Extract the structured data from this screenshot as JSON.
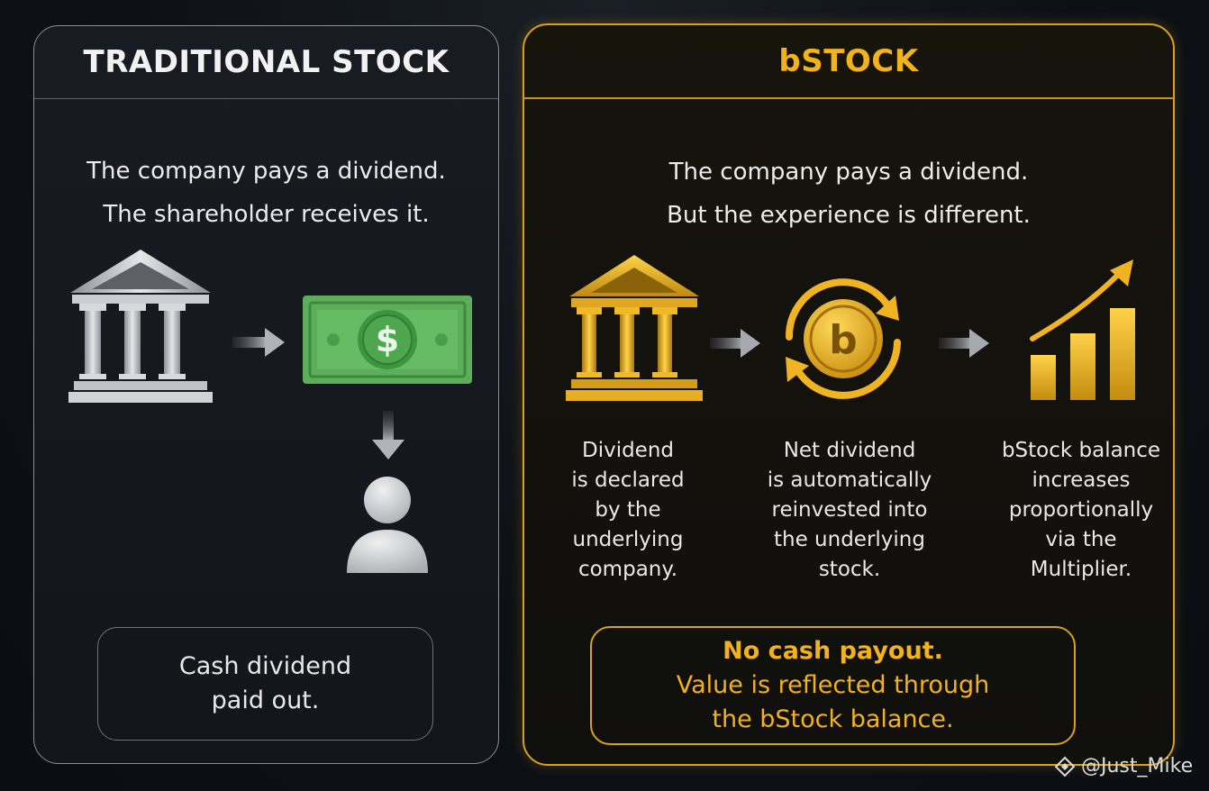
{
  "left_panel": {
    "title": "TRADITIONAL STOCK",
    "subtitle_line1": "The company pays a dividend.",
    "subtitle_line2": "The shareholder receives it.",
    "icons": [
      "bank-icon",
      "dollar-bill-icon",
      "person-icon"
    ],
    "note_line1": "Cash dividend",
    "note_line2": "paid out."
  },
  "right_panel": {
    "title": "bSTOCK",
    "subtitle_line1": "The company pays a dividend.",
    "subtitle_line2": "But the experience is different.",
    "steps": [
      {
        "icon": "gold-bank-icon",
        "lines": [
          "Dividend",
          "is declared",
          "by the",
          "underlying",
          "company."
        ]
      },
      {
        "icon": "reinvest-coin-icon",
        "coin_letter": "b",
        "lines": [
          "Net dividend",
          "is automatically",
          "reinvested into",
          "the underlying",
          "stock."
        ]
      },
      {
        "icon": "growth-chart-icon",
        "lines": [
          "bStock balance",
          "increases",
          "proportionally",
          "via the",
          "Multiplier."
        ]
      }
    ],
    "note_line1": "No cash payout.",
    "note_line2": "Value is reflected through",
    "note_line3": "the bStock balance."
  },
  "watermark": {
    "text": "@Just_Mike",
    "icon": "diamond-logo-icon"
  },
  "colors": {
    "gold": "#f2b21c",
    "green_bill": "#4caf50",
    "gray": "#b8bcc2"
  }
}
